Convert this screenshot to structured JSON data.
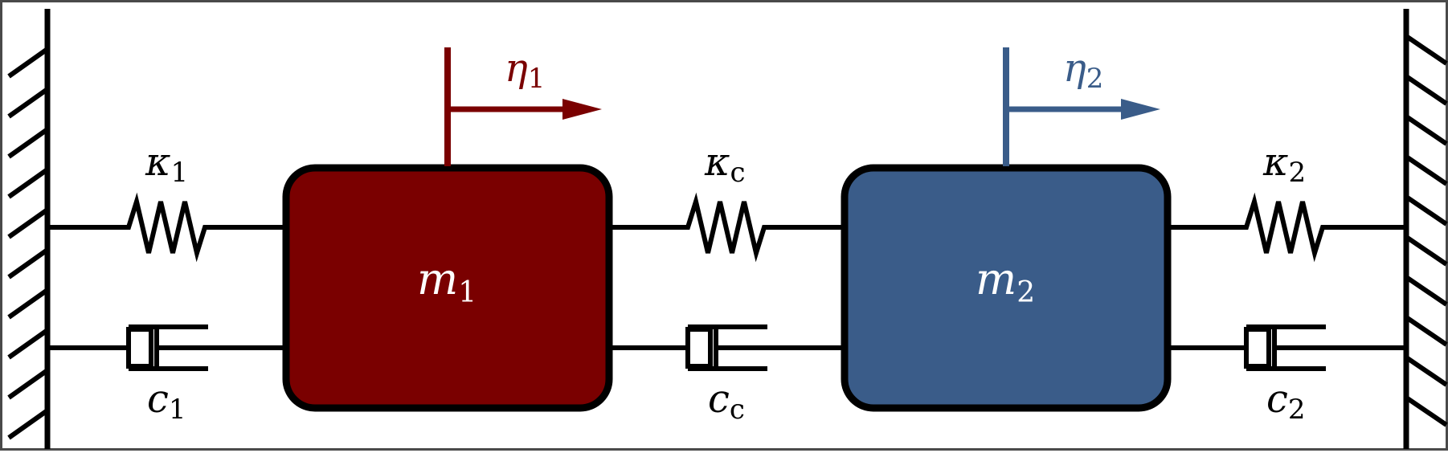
{
  "diagram": {
    "colors": {
      "mass1": "#7a0000",
      "mass2": "#3a5c89",
      "line": "#000000",
      "arrow1": "#7a0000",
      "arrow2": "#3a5c89"
    },
    "labels": {
      "kappa1": {
        "base": "κ",
        "sub": "1"
      },
      "kappac": {
        "base": "κ",
        "sub": "c"
      },
      "kappa2": {
        "base": "κ",
        "sub": "2"
      },
      "c1": {
        "base": "c",
        "sub": "1"
      },
      "cc": {
        "base": "c",
        "sub": "c"
      },
      "c2": {
        "base": "c",
        "sub": "2"
      },
      "m1": {
        "base": "m",
        "sub": "1"
      },
      "m2": {
        "base": "m",
        "sub": "2"
      },
      "eta1": {
        "base": "η",
        "sub": "1"
      },
      "eta2": {
        "base": "η",
        "sub": "2"
      }
    }
  }
}
